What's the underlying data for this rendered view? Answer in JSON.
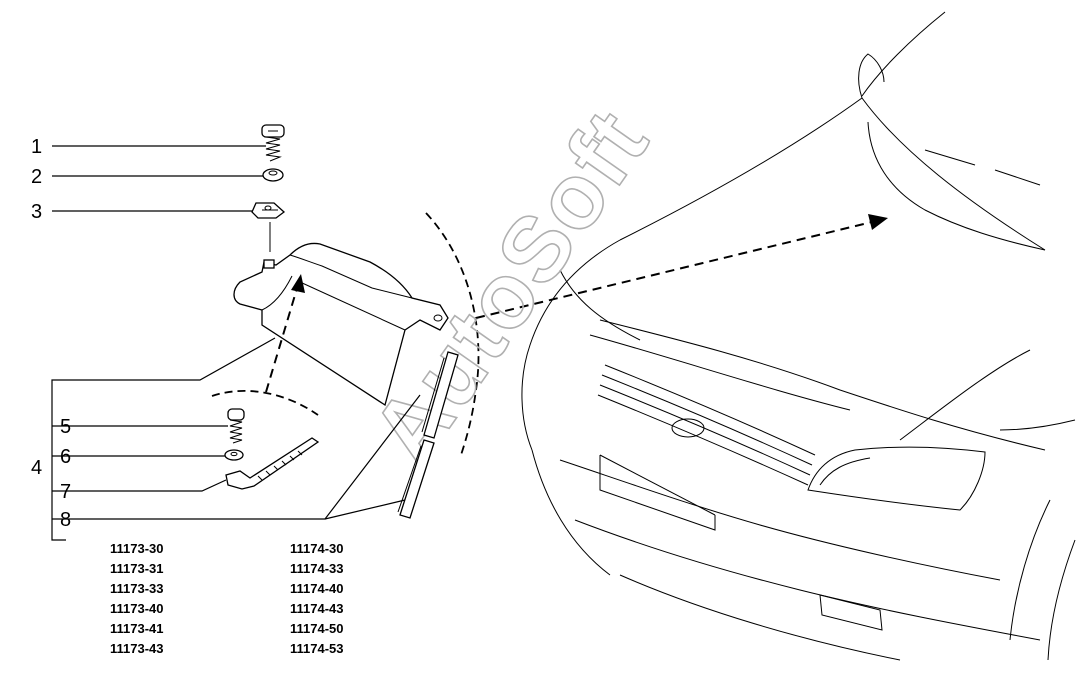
{
  "callouts": {
    "c1": "1",
    "c2": "2",
    "c3": "3",
    "c4": "4",
    "c5": "5",
    "c6": "6",
    "c7": "7",
    "c8": "8"
  },
  "model_codes": {
    "left": [
      "11173-30",
      "11173-31",
      "11173-33",
      "11173-40",
      "11173-41",
      "11173-43"
    ],
    "right": [
      "11174-30",
      "11174-33",
      "11174-40",
      "11174-43",
      "11174-50",
      "11174-53"
    ]
  },
  "watermark": "AutoSoft",
  "icons": {
    "screw": "screw-icon",
    "washer": "washer-icon",
    "clip": "clip-icon",
    "mudflap": "mudflap-icon",
    "tie": "cable-tie-icon",
    "seal": "seal-strip-icon",
    "car": "car-front-icon"
  }
}
